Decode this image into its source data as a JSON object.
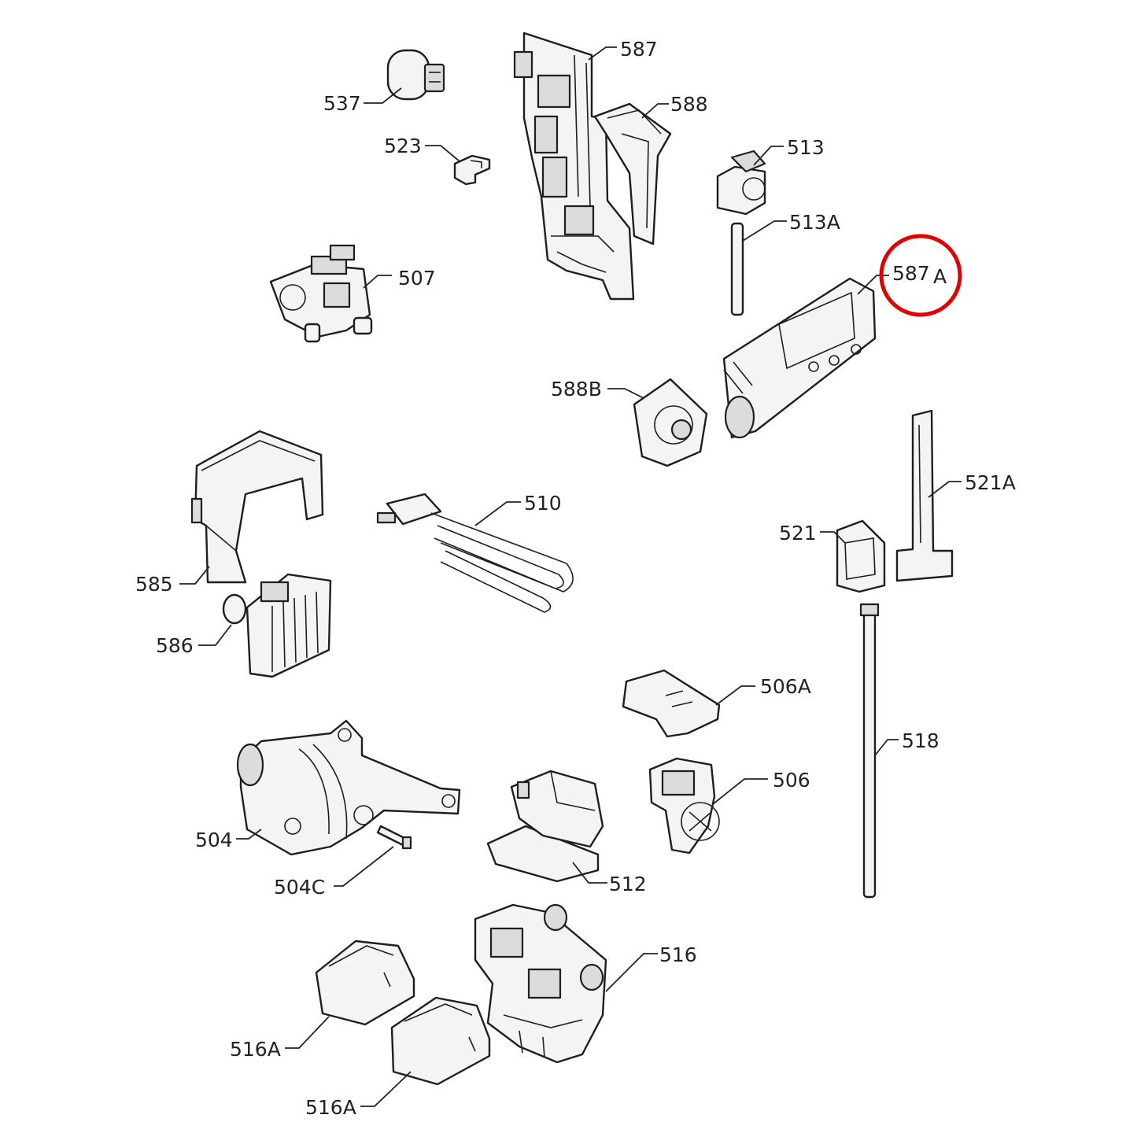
{
  "colors": {
    "line": "#1e1e1e",
    "highlight": "#e00000",
    "background": "#ffffff"
  },
  "highlighted_part": "587A",
  "labels": {
    "p537": "537",
    "p523": "523",
    "p587": "587",
    "p588": "588",
    "p513": "513",
    "p513a": "513A",
    "p507": "507",
    "p587a_num": "587",
    "p587a_suffix": "A",
    "p588b": "588B",
    "p585": "585",
    "p510": "510",
    "p521": "521",
    "p521a": "521A",
    "p586": "586",
    "p506a": "506A",
    "p518": "518",
    "p506": "506",
    "p504": "504",
    "p504c": "504C",
    "p512": "512",
    "p516": "516",
    "p516a_1": "516A",
    "p516a_2": "516A"
  }
}
